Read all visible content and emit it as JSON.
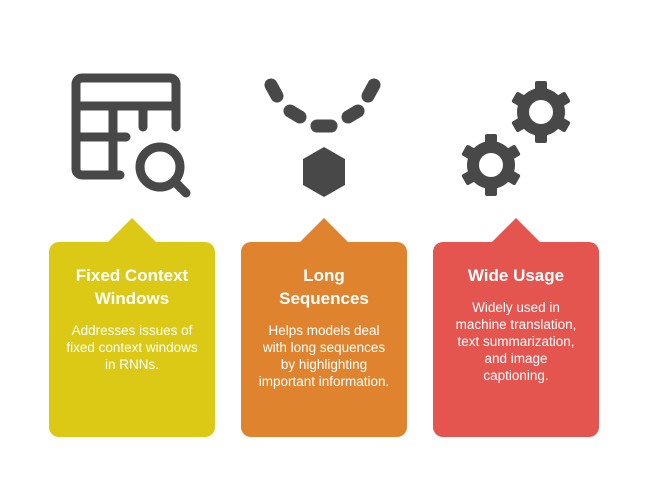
{
  "cards": [
    {
      "title": "Fixed Context Windows",
      "description": "Addresses issues of fixed context windows in RNNs.",
      "color": "#DCC916",
      "icon": "table-search-icon"
    },
    {
      "title": "Long Sequences",
      "description": "Helps models deal with long sequences by highlighting important information.",
      "color": "#E0832F",
      "icon": "necklace-icon"
    },
    {
      "title": "Wide Usage",
      "description": "Widely used in machine translation, text summarization, and image captioning.",
      "color": "#E45550",
      "icon": "gears-icon"
    }
  ],
  "icon_color": "#484848"
}
